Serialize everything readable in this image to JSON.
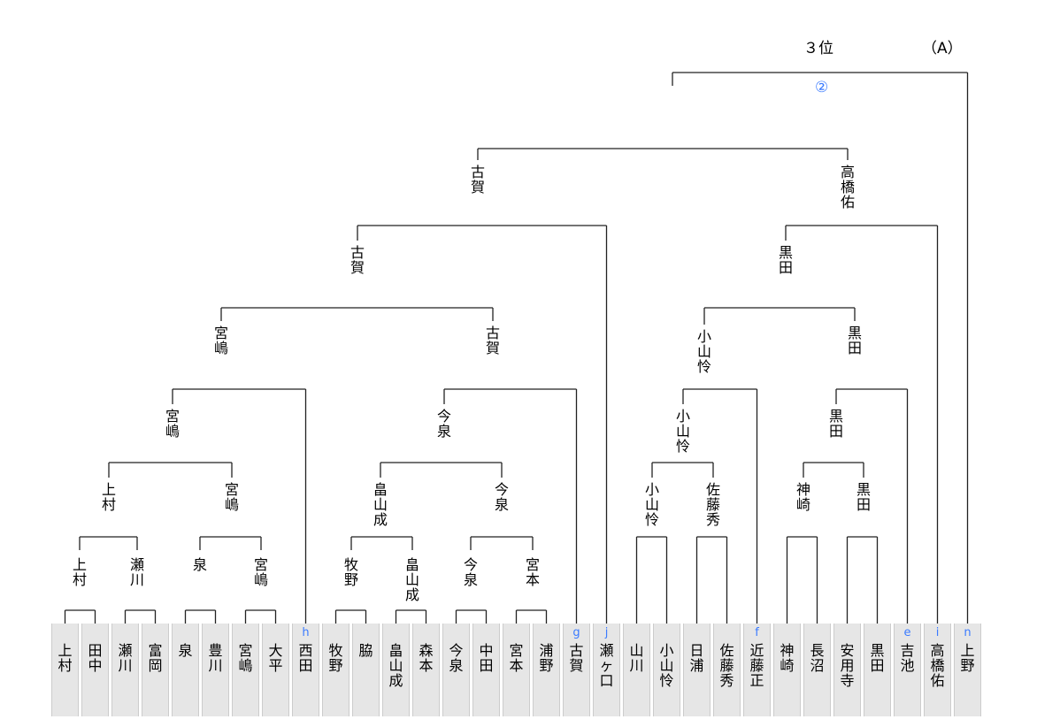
{
  "header": {
    "place": "３位",
    "group": "（A）",
    "final_winner": "②"
  },
  "players": [
    {
      "name": "上村",
      "seed": ""
    },
    {
      "name": "田中",
      "seed": ""
    },
    {
      "name": "瀬川",
      "seed": ""
    },
    {
      "name": "富岡",
      "seed": ""
    },
    {
      "name": "泉",
      "seed": ""
    },
    {
      "name": "豊川",
      "seed": ""
    },
    {
      "name": "宮嶋",
      "seed": ""
    },
    {
      "name": "大平",
      "seed": ""
    },
    {
      "name": "西田",
      "seed": "h"
    },
    {
      "name": "牧野",
      "seed": ""
    },
    {
      "name": "脇",
      "seed": ""
    },
    {
      "name": "畠山成",
      "seed": ""
    },
    {
      "name": "森本",
      "seed": ""
    },
    {
      "name": "今泉",
      "seed": ""
    },
    {
      "name": "中田",
      "seed": ""
    },
    {
      "name": "宮本",
      "seed": ""
    },
    {
      "name": "浦野",
      "seed": ""
    },
    {
      "name": "古賀",
      "seed": "g"
    },
    {
      "name": "瀬ヶ口",
      "seed": "j"
    },
    {
      "name": "山川",
      "seed": ""
    },
    {
      "name": "小山怜",
      "seed": ""
    },
    {
      "name": "日浦",
      "seed": ""
    },
    {
      "name": "佐藤秀",
      "seed": ""
    },
    {
      "name": "近藤正",
      "seed": "f"
    },
    {
      "name": "神崎",
      "seed": ""
    },
    {
      "name": "長沼",
      "seed": ""
    },
    {
      "name": "安用寺",
      "seed": ""
    },
    {
      "name": "黒田",
      "seed": ""
    },
    {
      "name": "吉池",
      "seed": "e"
    },
    {
      "name": "高橋佑",
      "seed": "i"
    },
    {
      "name": "上野",
      "seed": "n"
    }
  ],
  "winners": {
    "round1": [
      "上村",
      "瀬川",
      "泉",
      "宮嶋",
      "牧野",
      "畠山成",
      "今泉",
      "宮本",
      "小山怜",
      "佐藤秀",
      "神崎",
      "黒田"
    ],
    "round2": [
      "上村",
      "宮嶋",
      "畠山成",
      "今泉"
    ],
    "round3": [
      "宮嶋",
      "今泉",
      "小山怜",
      "黒田"
    ],
    "round4": [
      "宮嶋",
      "古賀",
      "小山怜",
      "黒田"
    ],
    "round5": [
      "古賀",
      "黒田"
    ],
    "round6": [
      "古賀",
      "高橋佑"
    ]
  }
}
